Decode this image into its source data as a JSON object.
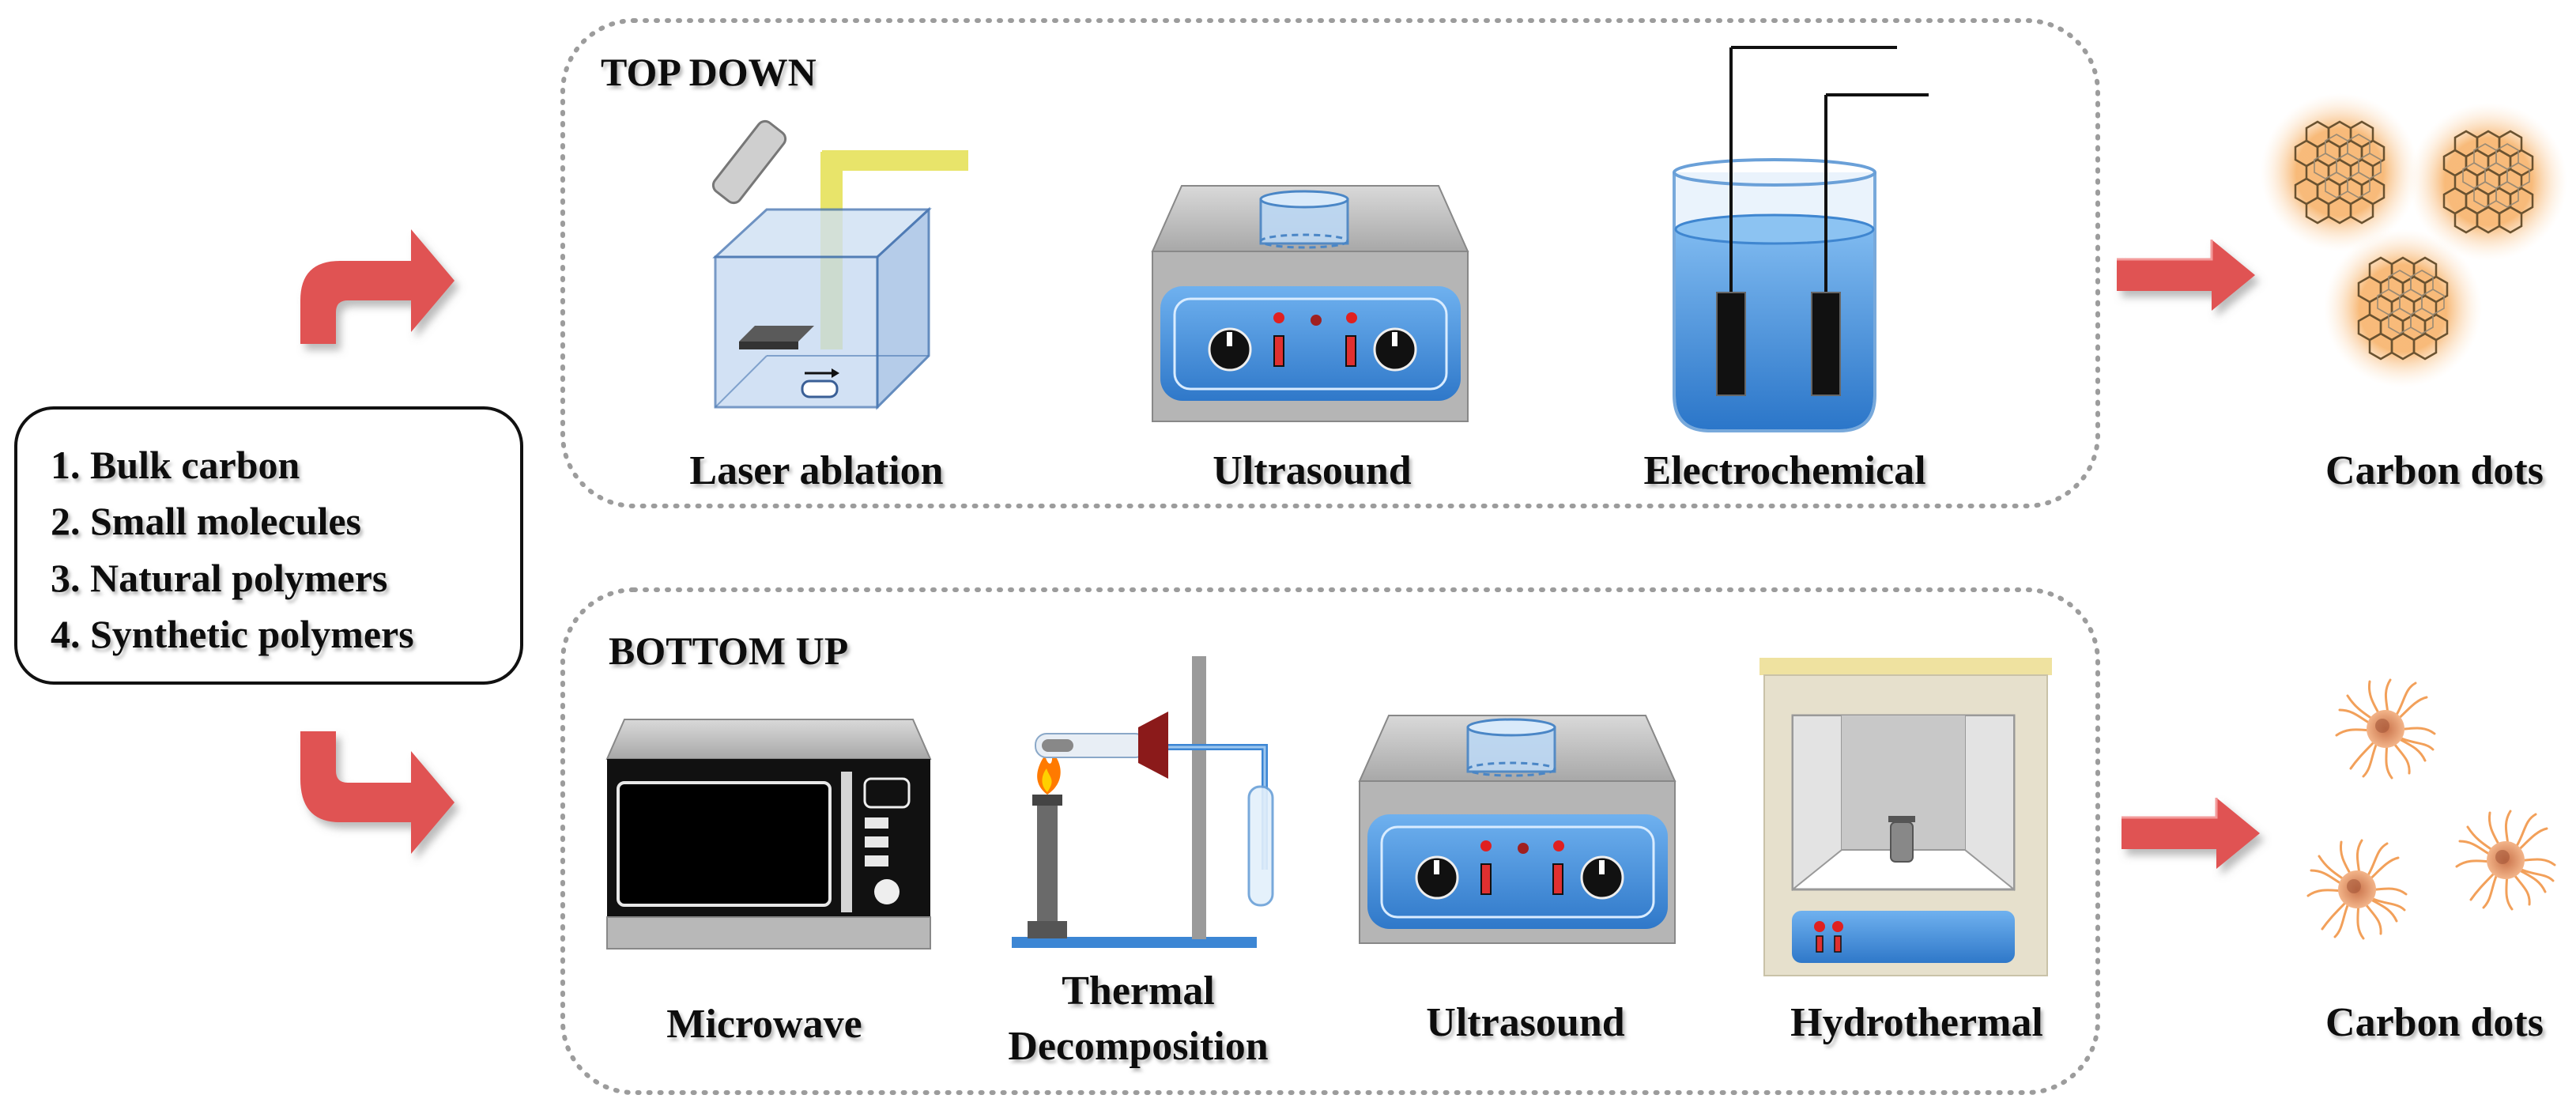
{
  "sources": {
    "items": [
      "1. Bulk carbon",
      "2. Small molecules",
      "3. Natural polymers",
      "4. Synthetic polymers"
    ]
  },
  "top_down": {
    "title": "TOP DOWN",
    "methods": [
      "Laser ablation",
      "Ultrasound",
      "Electrochemical"
    ],
    "result": "Carbon dots"
  },
  "bottom_up": {
    "title": "BOTTOM UP",
    "methods": [
      "Microwave",
      "Thermal",
      "Decomposition",
      "Ultrasound",
      "Hydrothermal"
    ],
    "result": "Carbon dots"
  },
  "colors": {
    "arrow": "#e05252",
    "panel_blue": "#3b86d6",
    "laser": "#e8e46a",
    "flame": "#ff7a00"
  }
}
